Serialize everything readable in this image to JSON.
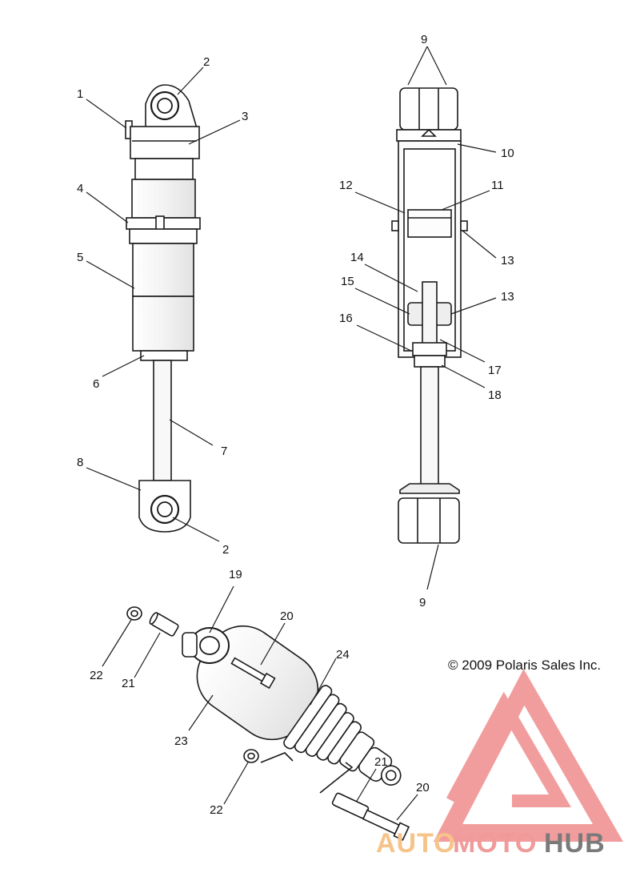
{
  "callouts": {
    "c1": "1",
    "c2a": "2",
    "c3": "3",
    "c4": "4",
    "c5": "5",
    "c6": "6",
    "c7": "7",
    "c8": "8",
    "c2b": "2",
    "c9a": "9",
    "c10": "10",
    "c11": "11",
    "c12": "12",
    "c13a": "13",
    "c14": "14",
    "c15": "15",
    "c13b": "13",
    "c16": "16",
    "c17": "17",
    "c18": "18",
    "c9b": "9",
    "c19": "19",
    "c20a": "20",
    "c24": "24",
    "c22a": "22",
    "c21a": "21",
    "c23": "23",
    "c21b": "21",
    "c20b": "20",
    "c22b": "22"
  },
  "copyright": "© 2009 Polaris Sales Inc.",
  "watermark": {
    "part1": "AUTO",
    "part2": "MOTO",
    "part3": "HUB"
  },
  "colors": {
    "line": "#1a1a1a",
    "logo_red": "#f08c8c",
    "logo_orange": "#f5bf85",
    "logo_gray": "#777777"
  }
}
